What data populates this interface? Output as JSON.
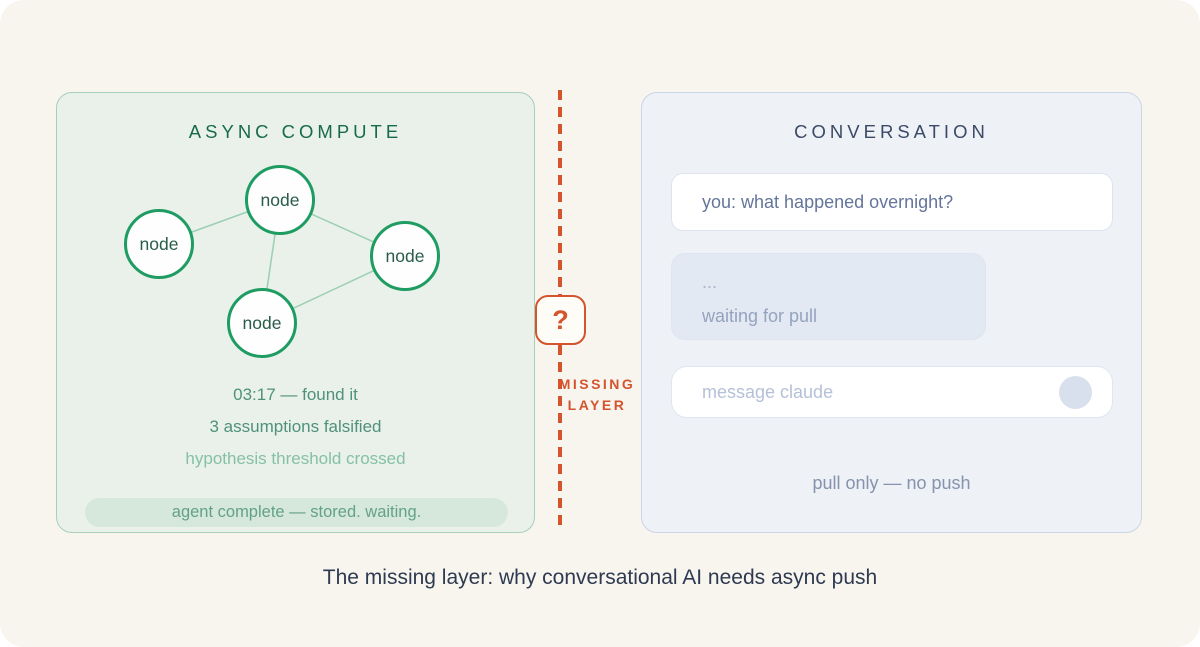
{
  "colors": {
    "green_accent": "#1e9c62",
    "orange_accent": "#d4542e"
  },
  "left_panel": {
    "title": "ASYNC COMPUTE",
    "nodes": [
      {
        "label": "node"
      },
      {
        "label": "node"
      },
      {
        "label": "node"
      },
      {
        "label": "node"
      }
    ],
    "log_lines": {
      "line1": "03:17 — found it",
      "line2": "3 assumptions falsified",
      "line3": "hypothesis threshold crossed"
    },
    "status_pill": "agent complete — stored. waiting."
  },
  "divider": {
    "badge": "?",
    "label_line1": "MISSING",
    "label_line2": "LAYER"
  },
  "right_panel": {
    "title": "CONVERSATION",
    "user_message": "you: what happened overnight?",
    "pending": {
      "line1": "...",
      "line2": "waiting for pull"
    },
    "input_placeholder": "message claude",
    "footnote": "pull only — no push"
  },
  "caption": "The missing layer: why conversational AI needs async push"
}
